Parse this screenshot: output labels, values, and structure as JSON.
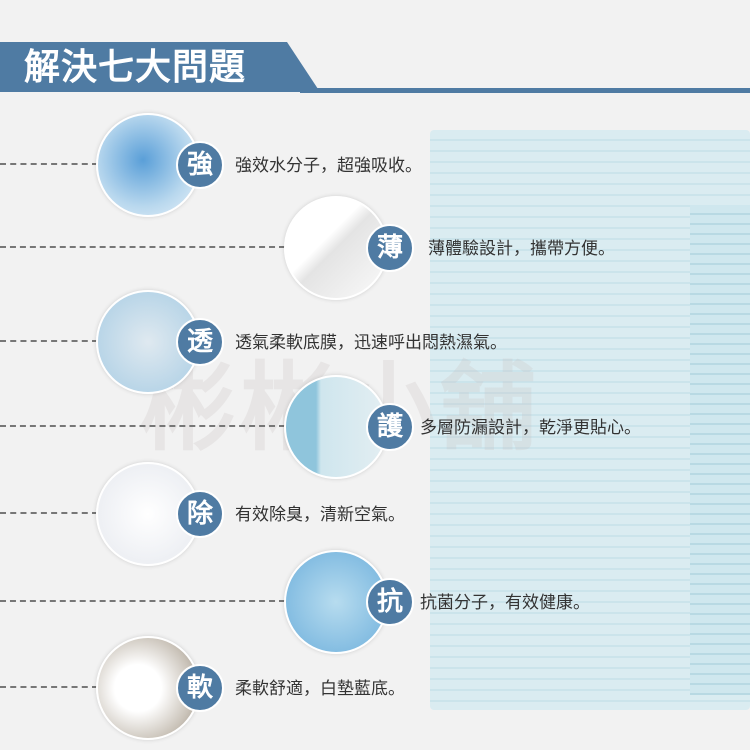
{
  "title": "解決七大問題",
  "watermark": "彬彬小舖",
  "features": [
    {
      "badge": "強",
      "text": "強效水分子，超強吸收。"
    },
    {
      "badge": "薄",
      "text": "薄體驗設計，攜帶方便。"
    },
    {
      "badge": "透",
      "text": "透氣柔軟底膜，迅速呼出悶熱濕氣。"
    },
    {
      "badge": "護",
      "text": "多層防漏設計，乾淨更貼心。"
    },
    {
      "badge": "除",
      "text": "有效除臭，清新空氣。"
    },
    {
      "badge": "抗",
      "text": "抗菌分子，有效健康。"
    },
    {
      "badge": "軟",
      "text": "柔軟舒適，白墊藍底。"
    }
  ],
  "colors": {
    "accent": "#4f7ba3"
  }
}
